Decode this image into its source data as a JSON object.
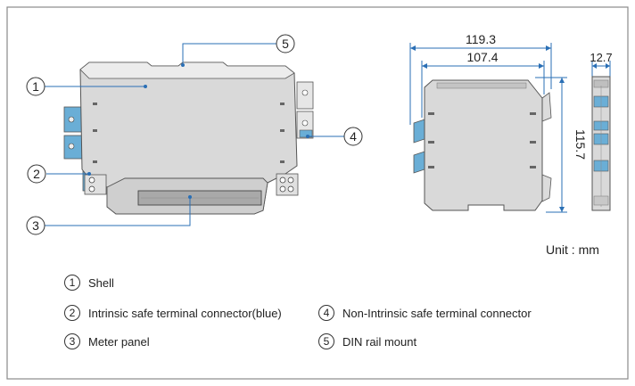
{
  "callouts": [
    "1",
    "2",
    "3",
    "4",
    "5"
  ],
  "dimensions": {
    "overall_width": "119.3",
    "inner_width": "107.4",
    "height": "115.7",
    "thickness": "12.7"
  },
  "unit_label": "Unit : mm",
  "legend": [
    {
      "num": "1",
      "text": "Shell"
    },
    {
      "num": "2",
      "text": "Intrinsic safe terminal connector(blue)"
    },
    {
      "num": "3",
      "text": "Meter panel"
    },
    {
      "num": "4",
      "text": "Non-Intrinsic safe terminal connector"
    },
    {
      "num": "5",
      "text": "DIN rail mount"
    }
  ],
  "colors": {
    "leader_line": "#2a6fb5",
    "blue_terminal": "#6aaed6",
    "housing": "#d9d9d9",
    "housing_top": "#ececec",
    "frame_border": "#8a8a8a"
  }
}
